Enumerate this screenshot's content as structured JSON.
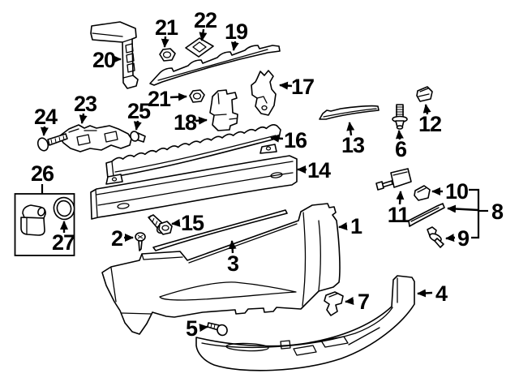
{
  "diagram": {
    "kind": "exploded-parts-line-drawing",
    "colors": {
      "background": "#ffffff",
      "line_art": "#000000"
    },
    "callouts": {
      "c1": "1",
      "c2": "2",
      "c3": "3",
      "c4": "4",
      "c5": "5",
      "c6": "6",
      "c7": "7",
      "c8": "8",
      "c9": "9",
      "c10": "10",
      "c11": "11",
      "c12": "12",
      "c13": "13",
      "c14": "14",
      "c15": "15",
      "c16": "16",
      "c17": "17",
      "c18": "18",
      "c19": "19",
      "c20": "20",
      "c21a": "21",
      "c21b": "21",
      "c22": "22",
      "c23": "23",
      "c24": "24",
      "c25": "25",
      "c26": "26",
      "c27": "27"
    }
  }
}
